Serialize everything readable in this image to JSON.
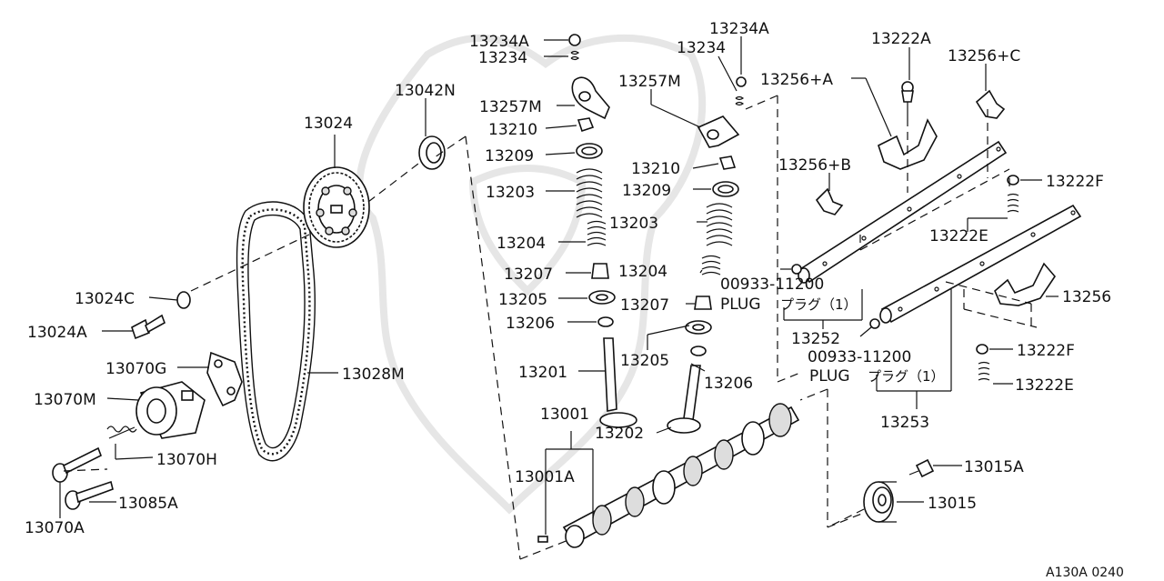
{
  "diagram": {
    "footer_code": "A130A 0240",
    "labels": {
      "l13234A_a": "13234A",
      "l13234_a": "13234",
      "l13257M_a": "13257M",
      "l13210_a": "13210",
      "l13209_a": "13209",
      "l13203_a": "13203",
      "l13204_a": "13204",
      "l13207_a": "13207",
      "l13205_a": "13205",
      "l13206_a": "13206",
      "l13201": "13201",
      "l13001": "13001",
      "l13001A": "13001A",
      "l13234A_b": "13234A",
      "l13234_b": "13234",
      "l13257M_b": "13257M",
      "l13210_b": "13210",
      "l13209_b": "13209",
      "l13203_b": "13203",
      "l13204_b": "13204",
      "l13207_b": "13207",
      "l13205_b": "13205",
      "l13206_b": "13206",
      "l13202": "13202",
      "l13042N": "13042N",
      "l13024": "13024",
      "l13024C": "13024C",
      "l13024A": "13024A",
      "l13070G": "13070G",
      "l13070M": "13070M",
      "l13070H": "13070H",
      "l13070A": "13070A",
      "l13085A": "13085A",
      "l13028M": "13028M",
      "l13222A": "13222A",
      "l13256C": "13256+C",
      "l13256A": "13256+A",
      "l13256B": "13256+B",
      "l13222F_a": "13222F",
      "l13222E_a": "13222E",
      "l00933_a": "00933-11200",
      "plug_a": "PLUG",
      "plugjp_a": "プラグ（1）",
      "l13252": "13252",
      "l13256": "13256",
      "l13222F_b": "13222F",
      "l00933_b": "00933-11200",
      "plug_b": "PLUG",
      "plugjp_b": "プラグ（1）",
      "l13222E_b": "13222E",
      "l13253": "13253",
      "l13015A": "13015A",
      "l13015": "13015"
    }
  }
}
